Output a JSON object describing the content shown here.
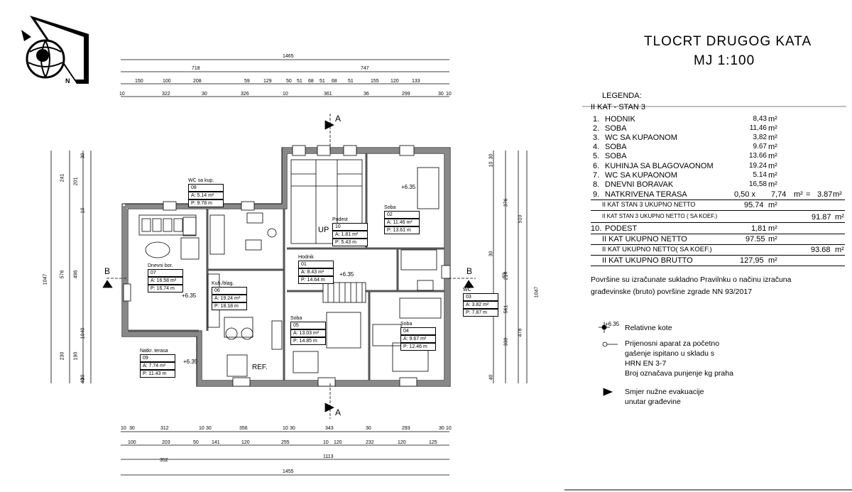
{
  "title": "TLOCRT  DRUGOG  KATA",
  "scale": "MJ 1:100",
  "legend": {
    "heading": "LEGENDA:",
    "section": "II  KAT - STAN  3",
    "rooms": [
      {
        "no": "1.",
        "name": "HODNIK",
        "area": "8,43",
        "unit": "m²"
      },
      {
        "no": "2.",
        "name": "SOBA",
        "area": "11,46",
        "unit": "m²"
      },
      {
        "no": "3.",
        "name": "WC SA KUPAONOM",
        "area": "3,82",
        "unit": "m²"
      },
      {
        "no": "4.",
        "name": "SOBA",
        "area": "9.67",
        "unit": "m²"
      },
      {
        "no": "5.",
        "name": "SOBA",
        "area": "13.66",
        "unit": "m²"
      },
      {
        "no": "6.",
        "name": "KUHINJA SA BLAGOVAONOM",
        "area": "19.24",
        "unit": "m²"
      },
      {
        "no": "7.",
        "name": "WC SA KUPAONOM",
        "area": "5.14",
        "unit": "m²"
      },
      {
        "no": "8.",
        "name": "DNEVNI BORAVAK",
        "area": "16,58",
        "unit": "m²"
      }
    ],
    "terrace": {
      "no": "9.",
      "name": "NATKRIVENA TERASA",
      "factor": "0,50  x",
      "area": "7,74",
      "unit": "m²",
      "eq": "=",
      "result": "3.87",
      "result_unit": "m²"
    },
    "netto3": {
      "label": "II  KAT  STAN 3  UKUPNO NETTO",
      "area": "95.74",
      "unit": "m²"
    },
    "netto3_koef": {
      "label": "II  KAT  STAN 3  UKUPNO NETTO ( SA KOEF.)",
      "area": "91.87",
      "unit": "m²"
    },
    "podest": {
      "no": "10.",
      "name": "PODEST",
      "area": "1,81",
      "unit": "m²"
    },
    "netto": {
      "label": "II  KAT  UKUPNO NETTO",
      "area": "97.55",
      "unit": "m²"
    },
    "netto_koef": {
      "label": "II  KAT  UKUPNO NETTO( SA KOEF.)",
      "area": "93.68",
      "unit": "m²"
    },
    "brutto": {
      "label": "II  KAT  UKUPNO  BRUTTO",
      "area": "127,95",
      "unit": "m²"
    }
  },
  "notes": {
    "line1": "Površine su izračunate sukladno  Pravilnku o načinu izračuna",
    "line2": "građevinske (bruto) površine zgrade NN 93/2017"
  },
  "symbols": {
    "elevation_tag": "+6.35",
    "elevation_label": "Relativne  kote",
    "extinguisher_lines": [
      "Prijenosni aparat za početno",
      "gašenje ispitano u skladu s",
      "HRN EN 3-7",
      "Broj označava punjenje kg praha"
    ],
    "evac_lines": [
      "Smjer  nužne evakuacije",
      "unutar građevine"
    ]
  },
  "plan": {
    "section_labels": [
      "A",
      "A",
      "B",
      "B"
    ],
    "up_label": "UP",
    "ref_label": "REF.",
    "elevation": "+6.35",
    "rooms": [
      {
        "name": "WC sa kup.",
        "no": "08",
        "a": "A:   5.14 m²",
        "p": "P:   9.78 m"
      },
      {
        "name": "Dnevni bor.",
        "no": "07",
        "a": "A:   16.58 m²",
        "p": "P:   16.74 m"
      },
      {
        "name": "Kuh./blag.",
        "no": "06",
        "a": "A:   19.24 m²",
        "p": "P:   18.18 m"
      },
      {
        "name": "Natkr. terasa",
        "no": "09",
        "a": "A:   7.74 m²",
        "p": "P:   11.43 m"
      },
      {
        "name": "Hodnik",
        "no": "01",
        "a": "A:   8.43 m²",
        "p": "P:   14.64 m"
      },
      {
        "name": "Podest",
        "no": "10",
        "a": "A:   1.81 m²",
        "p": "P:   5.43 m"
      },
      {
        "name": "Soba",
        "no": "05",
        "a": "A:   13.03 m²",
        "p": "P:   14.85 m"
      },
      {
        "name": "Soba",
        "no": "02",
        "a": "A:   11.46 m²",
        "p": "P:   13.61 m"
      },
      {
        "name": "WC",
        "no": "03",
        "a": "A:   3.82 m²",
        "p": "P:   7.87 m"
      },
      {
        "name": "Soba",
        "no": "04",
        "a": "A:   9.67 m²",
        "p": "P:   12.46 m"
      }
    ],
    "dims_top_1": [
      "1465"
    ],
    "dims_top_2": [
      "718",
      "747"
    ],
    "dims_top_3": [
      "150",
      "100",
      "208",
      "59",
      "129",
      "50",
      "51",
      "68",
      "51",
      "68",
      "51",
      "155",
      "120",
      "133"
    ],
    "dims_top_4": [
      "10",
      "322",
      "30",
      "326",
      "10",
      "361",
      "36",
      "299",
      "30",
      "10"
    ],
    "dims_bot_1": [
      "10",
      "30",
      "312",
      "10",
      "30",
      "356",
      "10",
      "30",
      "343",
      "30",
      "293",
      "30",
      "10"
    ],
    "dims_bot_2": [
      "100",
      "203",
      "50",
      "141",
      "120",
      "255",
      "10",
      "120",
      "232",
      "120",
      "125"
    ],
    "dims_bot_3": [
      "1113"
    ],
    "dims_bot_4": [
      "352"
    ],
    "dims_bot_5": [
      "1455"
    ],
    "dims_left_1": [
      "1047"
    ],
    "dims_left_2": [
      "241",
      "576",
      "230"
    ],
    "dims_left_3": [
      "201",
      "496",
      "190"
    ],
    "dims_left_4": [
      "30",
      "10",
      "40",
      "10",
      "30",
      "40"
    ],
    "dims_right_1": [
      "1047"
    ],
    "dims_right_2": [
      "510",
      "478"
    ],
    "dims_right_3": [
      "376",
      "210",
      "59",
      "561",
      "330"
    ],
    "dims_right_4": [
      "30",
      "10",
      "30",
      "40"
    ]
  }
}
